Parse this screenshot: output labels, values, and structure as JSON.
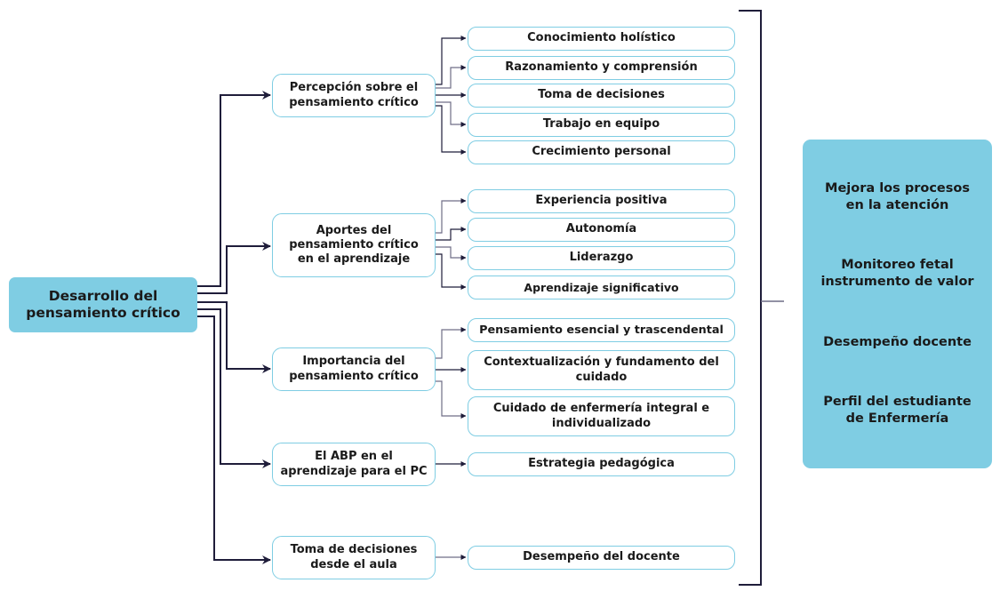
{
  "root": {
    "label": "Desarrollo del\npensamiento crítico"
  },
  "branches": [
    {
      "label": "Percepción sobre el\npensamiento crítico",
      "leaves": [
        "Conocimiento holístico",
        "Razonamiento y comprensión",
        "Toma de decisiones",
        "Trabajo en equipo",
        "Crecimiento personal"
      ]
    },
    {
      "label": "Aportes del\npensamiento crítico\nen el aprendizaje",
      "leaves": [
        "Experiencia positiva",
        "Autonomía",
        "Liderazgo",
        "Aprendizaje significativo"
      ]
    },
    {
      "label": "Importancia del\npensamiento crítico",
      "leaves": [
        "Pensamiento esencial y trascendental",
        "Contextualización y fundamento del\ncuidado",
        "Cuidado de enfermería integral e\nindividualizado"
      ]
    },
    {
      "label": "El ABP en el\naprendizaje para el PC",
      "leaves": [
        "Estrategia pedagógica"
      ]
    },
    {
      "label": "Toma de decisiones\ndesde el aula",
      "leaves": [
        "Desempeño del docente"
      ]
    }
  ],
  "outcomes": [
    "Mejora los procesos\nen la atención",
    "Monitoreo fetal\ninstrumento de valor",
    "Desempeño docente",
    "Perfil del estudiante\nde Enfermería"
  ],
  "colors": {
    "node_fill": "#7fcde3",
    "node_border": "#7fcde3",
    "connector_dark": "#1f1d3a",
    "connector_light": "#6f6d86"
  }
}
